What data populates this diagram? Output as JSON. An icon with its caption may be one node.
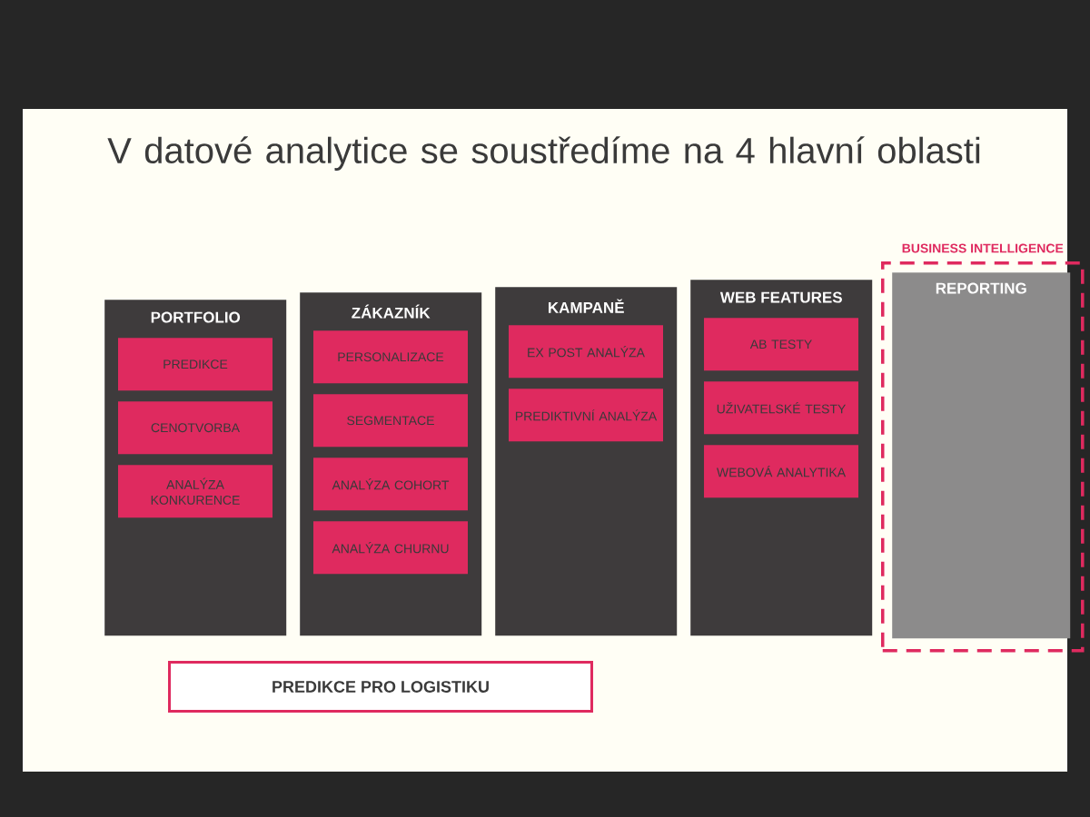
{
  "diagram": {
    "title": "V datové analytice se soustředíme na 4 hlavní oblasti",
    "nodes": [
      {
        "text": [
          "PORTFOLIO"
        ]
      },
      {
        "text": [
          "PREDIKCE"
        ],
        "in": 0
      },
      {
        "text": [
          "CENOTVORBA"
        ],
        "in": 0
      },
      {
        "text": [
          "ANALÝZA KONKURENCE"
        ],
        "in": 0
      },
      {
        "text": [
          "ZÁKAZNÍK"
        ]
      },
      {
        "text": [
          "PERSONALIZACE"
        ],
        "in": 4
      },
      {
        "text": [
          "SEGMENTACE"
        ],
        "in": 4
      },
      {
        "text": [
          "ANALÝZA COHORT"
        ],
        "in": 4
      },
      {
        "text": [
          "ANALÝZA CHURNU"
        ],
        "in": 4
      },
      {
        "text": [
          "KAMPANĚ"
        ]
      },
      {
        "text": [
          "EX POST ANALÝZA"
        ],
        "in": 9
      },
      {
        "text": [
          "PREDIKTIVNÍ ANALÝZA"
        ],
        "in": 9
      },
      {
        "text": [
          "WEB FEATURES"
        ]
      },
      {
        "text": [
          "AB TESTY"
        ],
        "in": 12
      },
      {
        "text": [
          "UŽIVATELSKÉ TESTY"
        ],
        "in": 12
      },
      {
        "text": [
          "WEBOVÁ ANALYTIKA"
        ],
        "in": 12
      },
      {
        "text": [
          "BUSINESS INTELLIGENCE"
        ]
      },
      {
        "text": [
          "REPORTING"
        ],
        "in": 16
      },
      {
        "text": [
          "PREDIKCE PRO LOGISTIKU"
        ]
      }
    ]
  }
}
